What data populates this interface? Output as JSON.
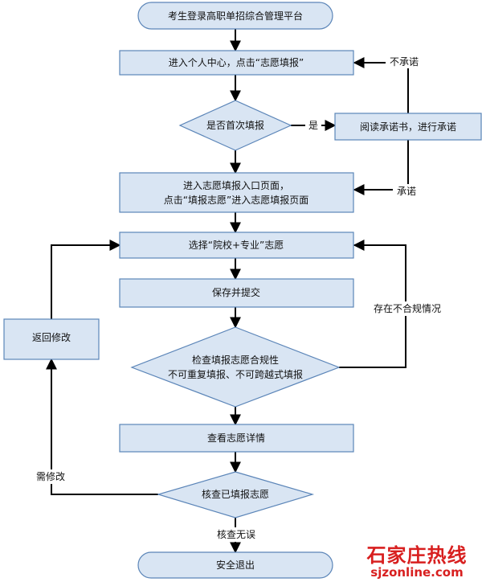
{
  "nodes": {
    "start": "考生登录高职单招综合管理平台",
    "personal_center": "进入个人中心，点击“志愿填报”",
    "first_time": "是否首次填报",
    "read_pledge": "阅读承诺书，进行承诺",
    "entry_page_line1": "进入志愿填报入口页面，",
    "entry_page_line2": "点击“填报志愿”进入志愿填报页面",
    "select_choice": "选择“院校+专业”志愿",
    "save_submit": "保存并提交",
    "check_line1": "检查填报志愿合规性",
    "check_line2": "不可重复填报、不可跨越式填报",
    "view_details": "查看志愿详情",
    "verify": "核查已填报志愿",
    "return_edit": "返回修改",
    "exit": "安全退出"
  },
  "edges": {
    "yes": "是",
    "no_pledge": "不承诺",
    "pledge": "承诺",
    "noncompliant": "存在不合规情况",
    "need_edit": "需修改",
    "verified_ok": "核查无误"
  },
  "watermark": {
    "cn": "石家庄热线",
    "en": "sjzonline.com"
  },
  "colors": {
    "fill": "#d9e5f3",
    "stroke": "#5b85b8",
    "line": "#000000",
    "watermark": "#d81f1f"
  }
}
